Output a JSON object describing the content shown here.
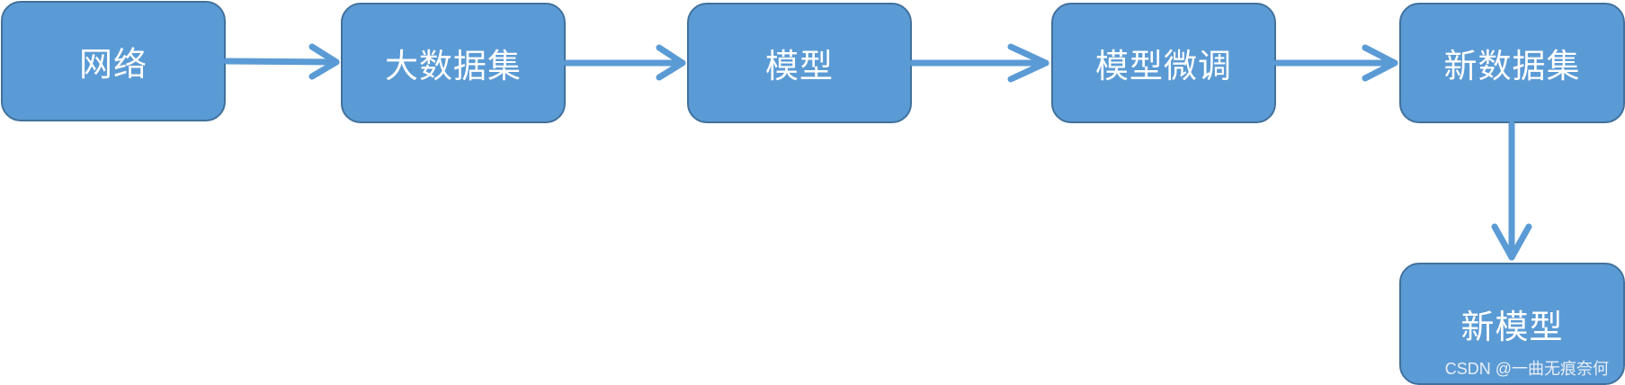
{
  "nodes": {
    "network": "网络",
    "big_dataset": "大数据集",
    "model": "模型",
    "model_finetune": "模型微调",
    "new_dataset": "新数据集",
    "new_model": "新模型"
  },
  "watermark": "CSDN @一曲无痕奈何",
  "colors": {
    "node_fill": "#5b9bd5",
    "node_border": "#41719c",
    "arrow": "#5b9bd5",
    "text": "#ffffff"
  }
}
